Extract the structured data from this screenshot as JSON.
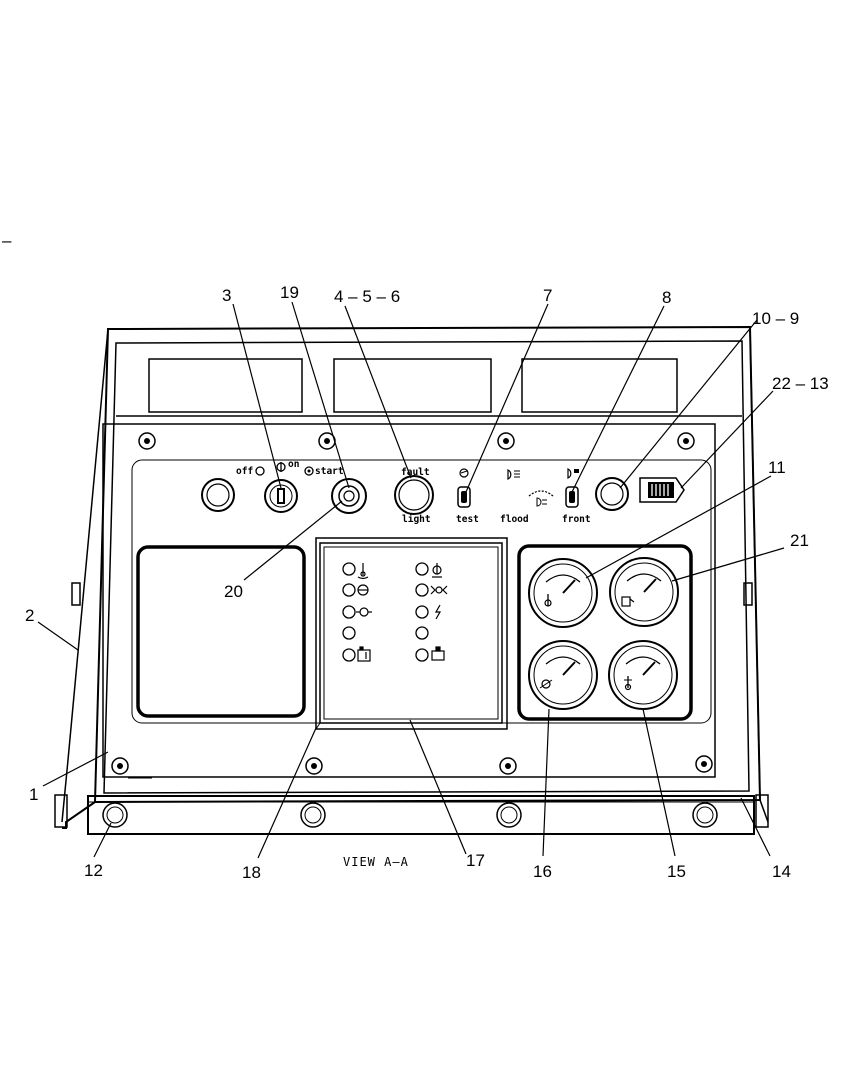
{
  "callouts": {
    "c3": "3",
    "c19": "19",
    "c456": "4 – 5 – 6",
    "c7": "7",
    "c8": "8",
    "c109": "10 – 9",
    "c2213": "22 – 13",
    "c11": "11",
    "c21": "21",
    "c20": "20",
    "c2": "2",
    "c1": "1",
    "c12": "12",
    "c18": "18",
    "c17": "17",
    "c16": "16",
    "c15": "15",
    "c14": "14"
  },
  "labels": {
    "off": "off",
    "on": "on",
    "start": "start",
    "fault": "fault",
    "light": "light",
    "test": "test",
    "flood": "flood",
    "front": "front"
  },
  "view_title": "VIEW  A–A",
  "margin_mark": "–"
}
